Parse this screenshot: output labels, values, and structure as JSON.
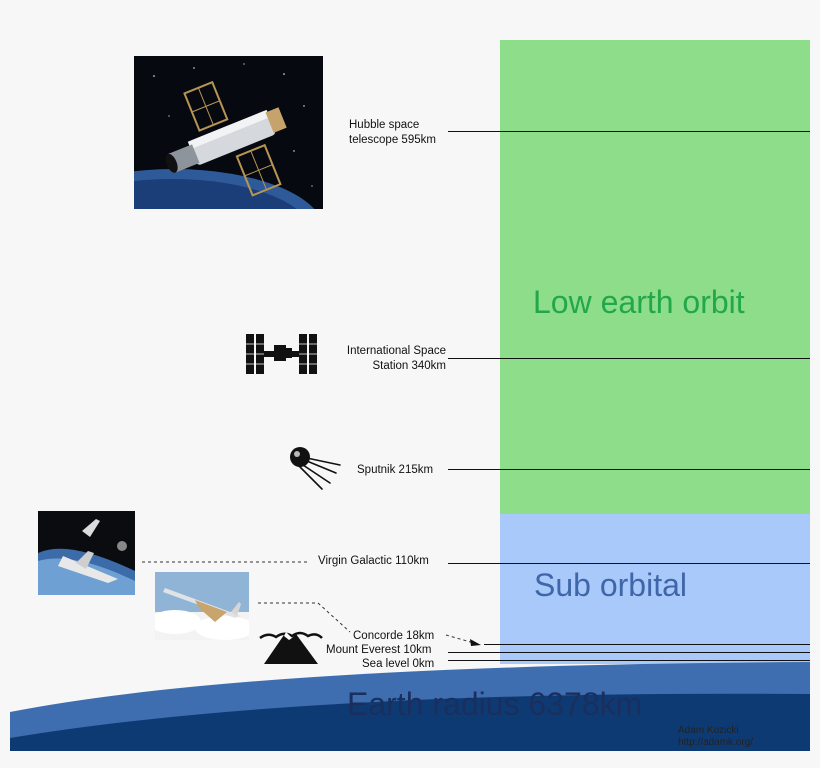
{
  "colors": {
    "low_earth_orbit": "#8ddd8a",
    "sub_orbital": "#a9c9fb",
    "leo_text": "#22a84a",
    "sub_text": "#3f66a8",
    "earth_light": "#3f6eb0",
    "earth_dark": "#0e3a74"
  },
  "zones": {
    "low_earth_orbit": "Low earth orbit",
    "sub_orbital": "Sub orbital"
  },
  "markers": {
    "hubble": {
      "line1": "Hubble space",
      "line2": "telescope 595km",
      "altitude_km": 595
    },
    "iss": {
      "line1": "International Space",
      "line2": "Station 340km",
      "altitude_km": 340
    },
    "sputnik": {
      "label": "Sputnik 215km",
      "altitude_km": 215
    },
    "virgin": {
      "label": "Virgin Galactic 110km",
      "altitude_km": 110
    },
    "concorde": {
      "label": "Concorde 18km",
      "altitude_km": 18
    },
    "everest": {
      "label": "Mount Everest 10km",
      "altitude_km": 10
    },
    "sea": {
      "label": "Sea level 0km",
      "altitude_km": 0
    }
  },
  "earth": {
    "label": "Earth radius 6378km"
  },
  "credit": {
    "name": "Adam Kozicki",
    "url": "http://adamk.org/"
  },
  "icons": {
    "hubble": "hubble-photo-icon",
    "iss": "iss-icon",
    "sputnik": "sputnik-icon",
    "virgin": "spaceship-photo-icon",
    "concorde": "concorde-photo-icon",
    "everest": "mountain-icon"
  }
}
